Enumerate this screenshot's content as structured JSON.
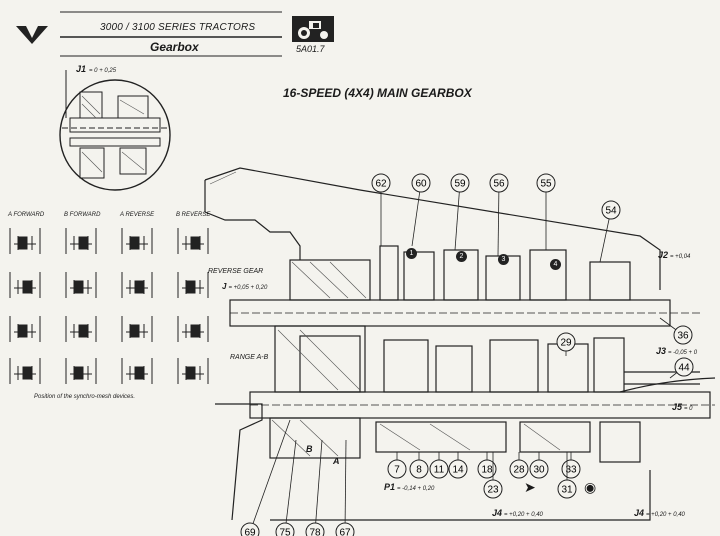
{
  "header": {
    "series": "3000 / 3100 SERIES  TRACTORS",
    "section": "Gearbox",
    "code": "5A01.7"
  },
  "diagram_title": "16-SPEED (4X4) MAIN GEARBOX",
  "synchro": {
    "labels": [
      "A FORWARD",
      "B FORWARD",
      "A REVERSE",
      "B REVERSE"
    ],
    "caption": "Position of the synchro-mesh devices."
  },
  "side_labels": {
    "reverse_gear": "REVERSE GEAR",
    "range": "RANGE A-B",
    "label_b": "B",
    "label_a": "A"
  },
  "clearances": {
    "j1": "J1",
    "j1_val": "= 0 + 0,25",
    "j": "J",
    "j_val": "= +0,05 + 0,20",
    "j2": "J2",
    "j2_val": "= +0,04",
    "j3": "J3",
    "j3_val": "= -0,05 + 0",
    "j5": "J5",
    "j5_val": "= 0",
    "p1": "P1",
    "p1_val": "= -0,14 + 0,20",
    "j4a": "J4",
    "j4a_val": "= +0,20 + 0,40",
    "j4b": "J4",
    "j4b_val": "= +0,20 + 0,40"
  },
  "gear_markers": [
    "1",
    "2",
    "3",
    "4"
  ],
  "callouts": [
    "62",
    "60",
    "59",
    "56",
    "55",
    "54",
    "36",
    "29",
    "44",
    "7",
    "8",
    "11",
    "14",
    "18",
    "28",
    "30",
    "33",
    "23",
    "31",
    "69",
    "75",
    "78",
    "67"
  ]
}
